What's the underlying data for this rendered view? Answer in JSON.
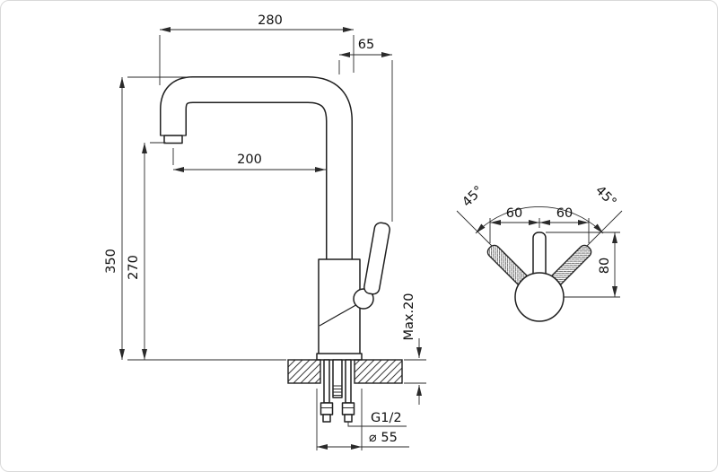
{
  "style": {
    "line_color": "#1f1f1f",
    "background": "#ffffff"
  },
  "front_view": {
    "width_total": "280",
    "handle_offset": "65",
    "spout_reach": "200",
    "height_total": "350",
    "spout_height": "270",
    "deck_thickness": "Max.20",
    "thread_size": "G1/2",
    "base_diameter": "⌀ 55"
  },
  "side_view": {
    "angle_left": "45°",
    "angle_right": "45°",
    "swing_left": "60",
    "swing_right": "60",
    "handle_height": "80"
  }
}
